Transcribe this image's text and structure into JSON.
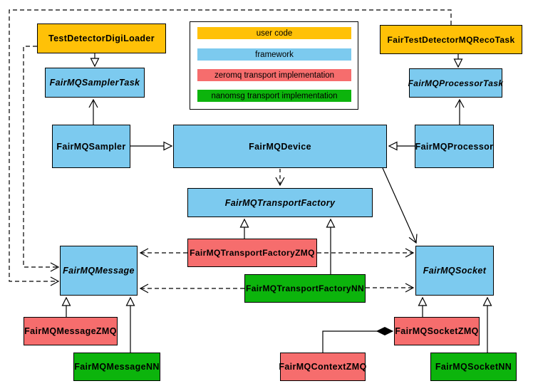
{
  "colors": {
    "user_code": "#FFC107",
    "framework": "#7CCAEF",
    "zeromq": "#F66D6D",
    "nanomsg": "#0CB40C",
    "background": "#FFFFFF",
    "line": "#000000"
  },
  "legend": {
    "items": [
      {
        "label": "user code",
        "colorkey": "user_code"
      },
      {
        "label": "framework",
        "colorkey": "framework"
      },
      {
        "label": "zeromq transport implementation",
        "colorkey": "zeromq"
      },
      {
        "label": "nanomsg transport implementation",
        "colorkey": "nanomsg"
      }
    ]
  },
  "nodes": {
    "tdl": {
      "label": "TestDetectorDigiLoader",
      "category": "user code"
    },
    "recoTask": {
      "label": "FairTestDetectorMQRecoTask",
      "category": "user code"
    },
    "samplerTask": {
      "label": "FairMQSamplerTask",
      "category": "framework",
      "abstract": true
    },
    "processorTask": {
      "label": "FairMQProcessorTask",
      "category": "framework",
      "abstract": true
    },
    "sampler": {
      "label": "FairMQSampler",
      "category": "framework"
    },
    "device": {
      "label": "FairMQDevice",
      "category": "framework"
    },
    "processor": {
      "label": "FairMQProcessor",
      "category": "framework"
    },
    "tf": {
      "label": "FairMQTransportFactory",
      "category": "framework",
      "abstract": true
    },
    "tfZmq": {
      "label": "FairMQTransportFactoryZMQ",
      "category": "zeromq transport implementation"
    },
    "tfNn": {
      "label": "FairMQTransportFactoryNN",
      "category": "nanomsg transport implementation"
    },
    "message": {
      "label": "FairMQMessage",
      "category": "framework",
      "abstract": true
    },
    "socket": {
      "label": "FairMQSocket",
      "category": "framework",
      "abstract": true
    },
    "msgZmq": {
      "label": "FairMQMessageZMQ",
      "category": "zeromq transport implementation"
    },
    "msgNn": {
      "label": "FairMQMessageNN",
      "category": "nanomsg transport implementation"
    },
    "contextZmq": {
      "label": "FairMQContextZMQ",
      "category": "zeromq transport implementation"
    },
    "sockZmq": {
      "label": "FairMQSocketZMQ",
      "category": "zeromq transport implementation"
    },
    "sockNn": {
      "label": "FairMQSocketNN",
      "category": "nanomsg transport implementation"
    }
  }
}
